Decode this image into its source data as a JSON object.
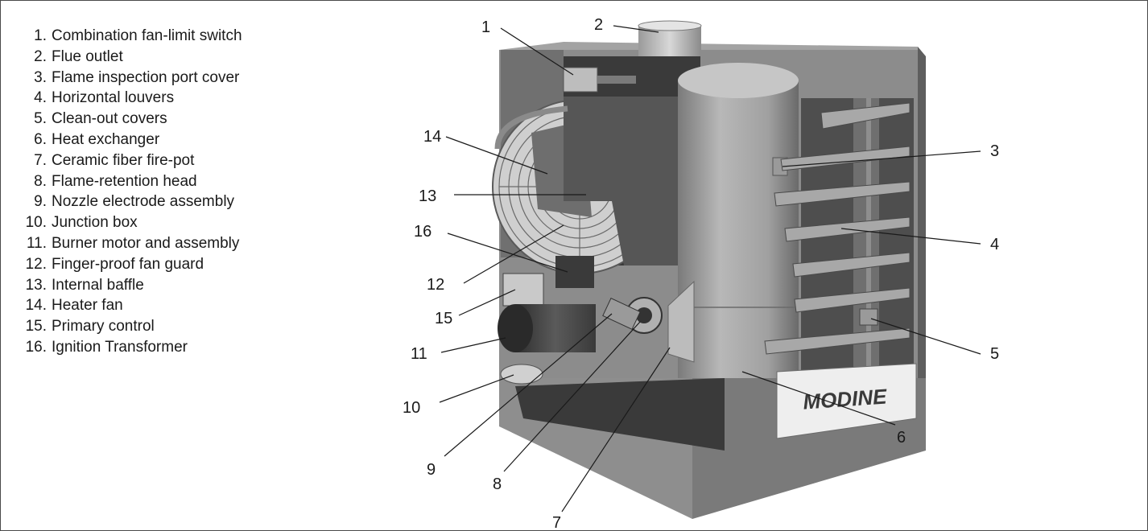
{
  "legend": [
    {
      "num": "1.",
      "label": "Combination fan-limit switch"
    },
    {
      "num": "2.",
      "label": "Flue outlet"
    },
    {
      "num": "3.",
      "label": "Flame inspection port cover"
    },
    {
      "num": "4.",
      "label": "Horizontal louvers"
    },
    {
      "num": "5.",
      "label": "Clean-out covers"
    },
    {
      "num": "6.",
      "label": "Heat exchanger"
    },
    {
      "num": "7.",
      "label": "Ceramic fiber fire-pot"
    },
    {
      "num": "8.",
      "label": "Flame-retention head"
    },
    {
      "num": "9.",
      "label": "Nozzle electrode assembly"
    },
    {
      "num": "10.",
      "label": "Junction box"
    },
    {
      "num": "11.",
      "label": "Burner motor and assembly"
    },
    {
      "num": "12.",
      "label": "Finger-proof fan guard"
    },
    {
      "num": "13.",
      "label": "Internal baffle"
    },
    {
      "num": "14.",
      "label": "Heater fan"
    },
    {
      "num": "15.",
      "label": "Primary control"
    },
    {
      "num": "16.",
      "label": "Ignition Transformer"
    }
  ],
  "callouts": [
    "1",
    "2",
    "3",
    "4",
    "5",
    "6",
    "7",
    "8",
    "9",
    "10",
    "11",
    "12",
    "13",
    "14",
    "15",
    "16"
  ],
  "brand_logo": "MODINE",
  "colors": {
    "body": "#8a8a8a",
    "body_dark": "#5e5e5e",
    "body_light": "#b4b4b4",
    "shadow": "#3c3c3c",
    "logo_plate": "#eeeeee"
  }
}
